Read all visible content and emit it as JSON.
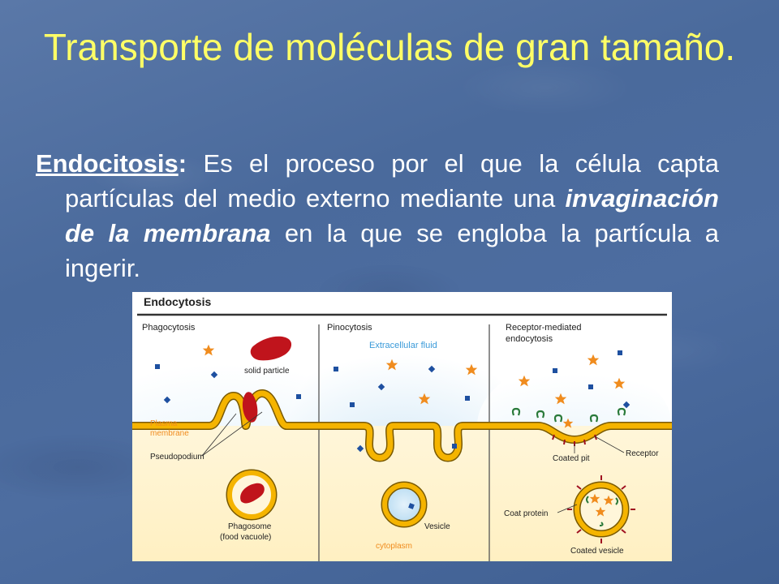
{
  "slide": {
    "title": "Transporte de moléculas de gran tamaño.",
    "body": {
      "label": "Endocitosis",
      "label_colon": ":",
      "text_before": " Es el proceso por el que la célula capta partículas del medio externo mediante una ",
      "emphasis": "invaginación de la membrana",
      "text_after": " en la que se engloba la partícula a ingerir."
    }
  },
  "figure": {
    "header": "Endocytosis",
    "panels": {
      "phagocytosis": {
        "title": "Phagocytosis",
        "labels": {
          "solid_particle": "solid particle",
          "plasma": "Plasma",
          "membrane": "membrane",
          "pseudopodium": "Pseudopodium",
          "phagosome": "Phagosome",
          "food_vacuole": "(food vacuole)"
        }
      },
      "pinocytosis": {
        "title": "Pinocytosis",
        "labels": {
          "extracellular_fluid": "Extracellular fluid",
          "vesicle": "Vesicle",
          "cytoplasm": "cytoplasm"
        }
      },
      "receptor": {
        "title_line1": "Receptor-mediated",
        "title_line2": "endocytosis",
        "labels": {
          "coated_pit": "Coated pit",
          "receptor": "Receptor",
          "coat_protein": "Coat protein",
          "coated_vesicle": "Coated vesicle"
        }
      }
    },
    "colors": {
      "membrane": "#f5b400",
      "membrane_edge": "#7a5a00",
      "particle": "#c0141c",
      "star": "#f08c1e",
      "square": "#1e50a0",
      "receptor": "#2a7a3a",
      "orange_label": "#f08c1e",
      "fluid_label": "#3a9ad9"
    }
  }
}
